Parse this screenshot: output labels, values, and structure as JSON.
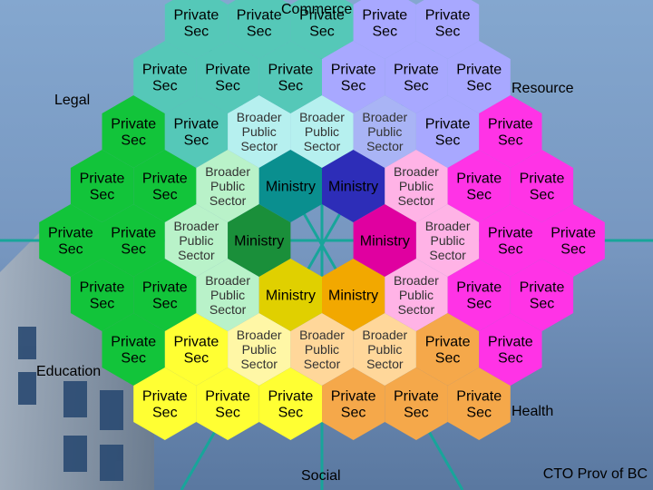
{
  "sectors": {
    "top": "Commerce",
    "upper_right": "Resource",
    "lower_right": "Health",
    "bottom": "Social",
    "lower_left": "Education",
    "upper_left": "Legal"
  },
  "footer": "CTO Prov of BC",
  "cell_text": {
    "private": [
      "Private",
      "Sec"
    ],
    "broader": [
      "Broader",
      "Public",
      "Sector"
    ],
    "ministry": [
      "Ministry"
    ]
  },
  "colors": {
    "background_sky": "#6d8fb8",
    "background_dark": "#1f3550",
    "divider_lines": "#18a59a",
    "ministry": [
      "#0a8f8f",
      "#1a8f3a",
      "#e0d000",
      "#f2a800",
      "#e000a0",
      "#2d2db8"
    ],
    "broader": [
      "#b6f0ef",
      "#b9f2c9",
      "#fff7a6",
      "#ffd79a",
      "#ffb3e6",
      "#a9b4f5"
    ],
    "private": [
      "#55c8b8",
      "#12c43a",
      "#ffff33",
      "#f5a84a",
      "#ff33e6",
      "#a8a8ff"
    ]
  }
}
